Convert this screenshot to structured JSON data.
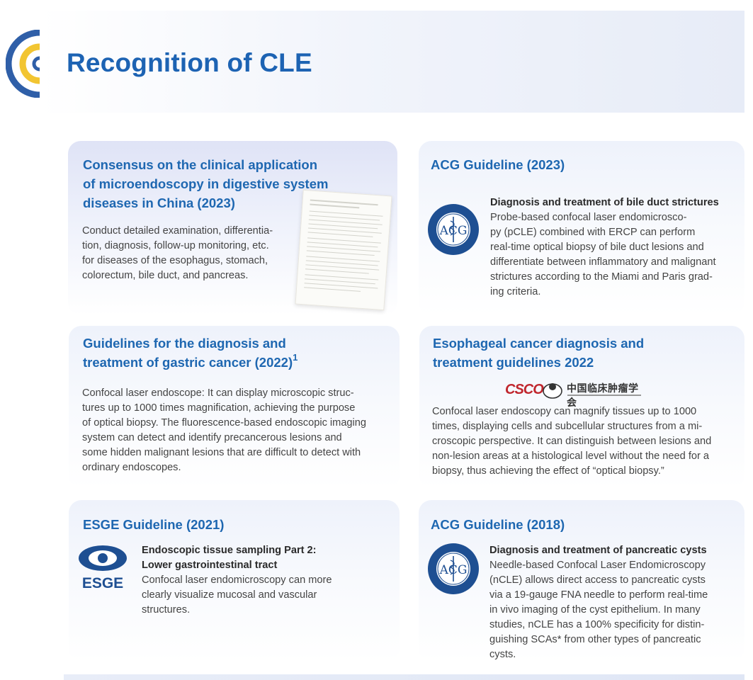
{
  "page": {
    "title": "Recognition of CLE",
    "accent_color": "#1d63b3",
    "logo_colors": [
      "#2f5fa8",
      "#f2c531"
    ]
  },
  "cards": [
    {
      "title_lines": [
        "Consensus on the clinical application",
        "of microendoscopy in digestive system",
        "diseases in China (2023)"
      ],
      "body_lines": [
        "Conduct detailed examination, differentia-",
        "tion, diagnosis, follow-up monitoring, etc.",
        "for diseases of the esophagus, stomach,",
        "colorectum, bile duct, and pancreas."
      ]
    },
    {
      "title": "ACG Guideline (2023)",
      "logo_text": "ACG",
      "subhead": "Diagnosis and treatment of bile duct strictures",
      "body_lines": [
        "Probe-based confocal laser endomicrosco-",
        "py (pCLE) combined with ERCP can perform",
        "real-time optical biopsy of bile duct lesions and",
        "differentiate between inflammatory and malignant",
        "strictures according to the Miami and Paris grad-",
        "ing criteria."
      ]
    },
    {
      "title_lines": [
        "Guidelines for the diagnosis and",
        "treatment of gastric cancer (2022)"
      ],
      "title_sup": "1",
      "body_lines": [
        "Confocal laser endoscope: It can display microscopic struc-",
        "tures up to 1000 times magnification, achieving the purpose",
        "of optical biopsy. The fluorescence-based endoscopic imaging",
        "system can detect and identify precancerous lesions and",
        "some hidden malignant lesions that are difficult to detect with",
        "ordinary endoscopes."
      ]
    },
    {
      "title_lines": [
        "Esophageal cancer diagnosis and",
        "treatment guidelines 2022"
      ],
      "logo_text": "CSCO",
      "logo_cn": "中国临床肿瘤学会",
      "body_lines": [
        "Confocal laser endoscopy can magnify tissues up to 1000",
        "times, displaying cells and subcellular structures from a mi-",
        "croscopic perspective. It can distinguish between lesions and",
        "non-lesion areas at a histological level without the need for a",
        "biopsy, thus achieving the effect of “optical biopsy.”"
      ]
    },
    {
      "title": "ESGE Guideline (2021)",
      "logo_text": "ESGE",
      "subhead_lines": [
        "Endoscopic tissue sampling Part 2:",
        "Lower gastrointestinal tract"
      ],
      "body_lines": [
        "Confocal laser endomicroscopy can more",
        "clearly visualize mucosal and vascular",
        "structures."
      ]
    },
    {
      "title": "ACG Guideline (2018)",
      "logo_text": "ACG",
      "subhead": "Diagnosis and treatment of pancreatic cysts",
      "body_lines": [
        "Needle-based Confocal Laser Endomicroscopy",
        "(nCLE) allows direct access to pancreatic cysts",
        "via a 19-gauge FNA needle to perform real-time",
        "in vivo imaging of the cyst epithelium. In many",
        "studies, nCLE has a 100% specificity for distin-",
        "guishing SCAs* from other types of pancreatic",
        "cysts."
      ]
    }
  ]
}
